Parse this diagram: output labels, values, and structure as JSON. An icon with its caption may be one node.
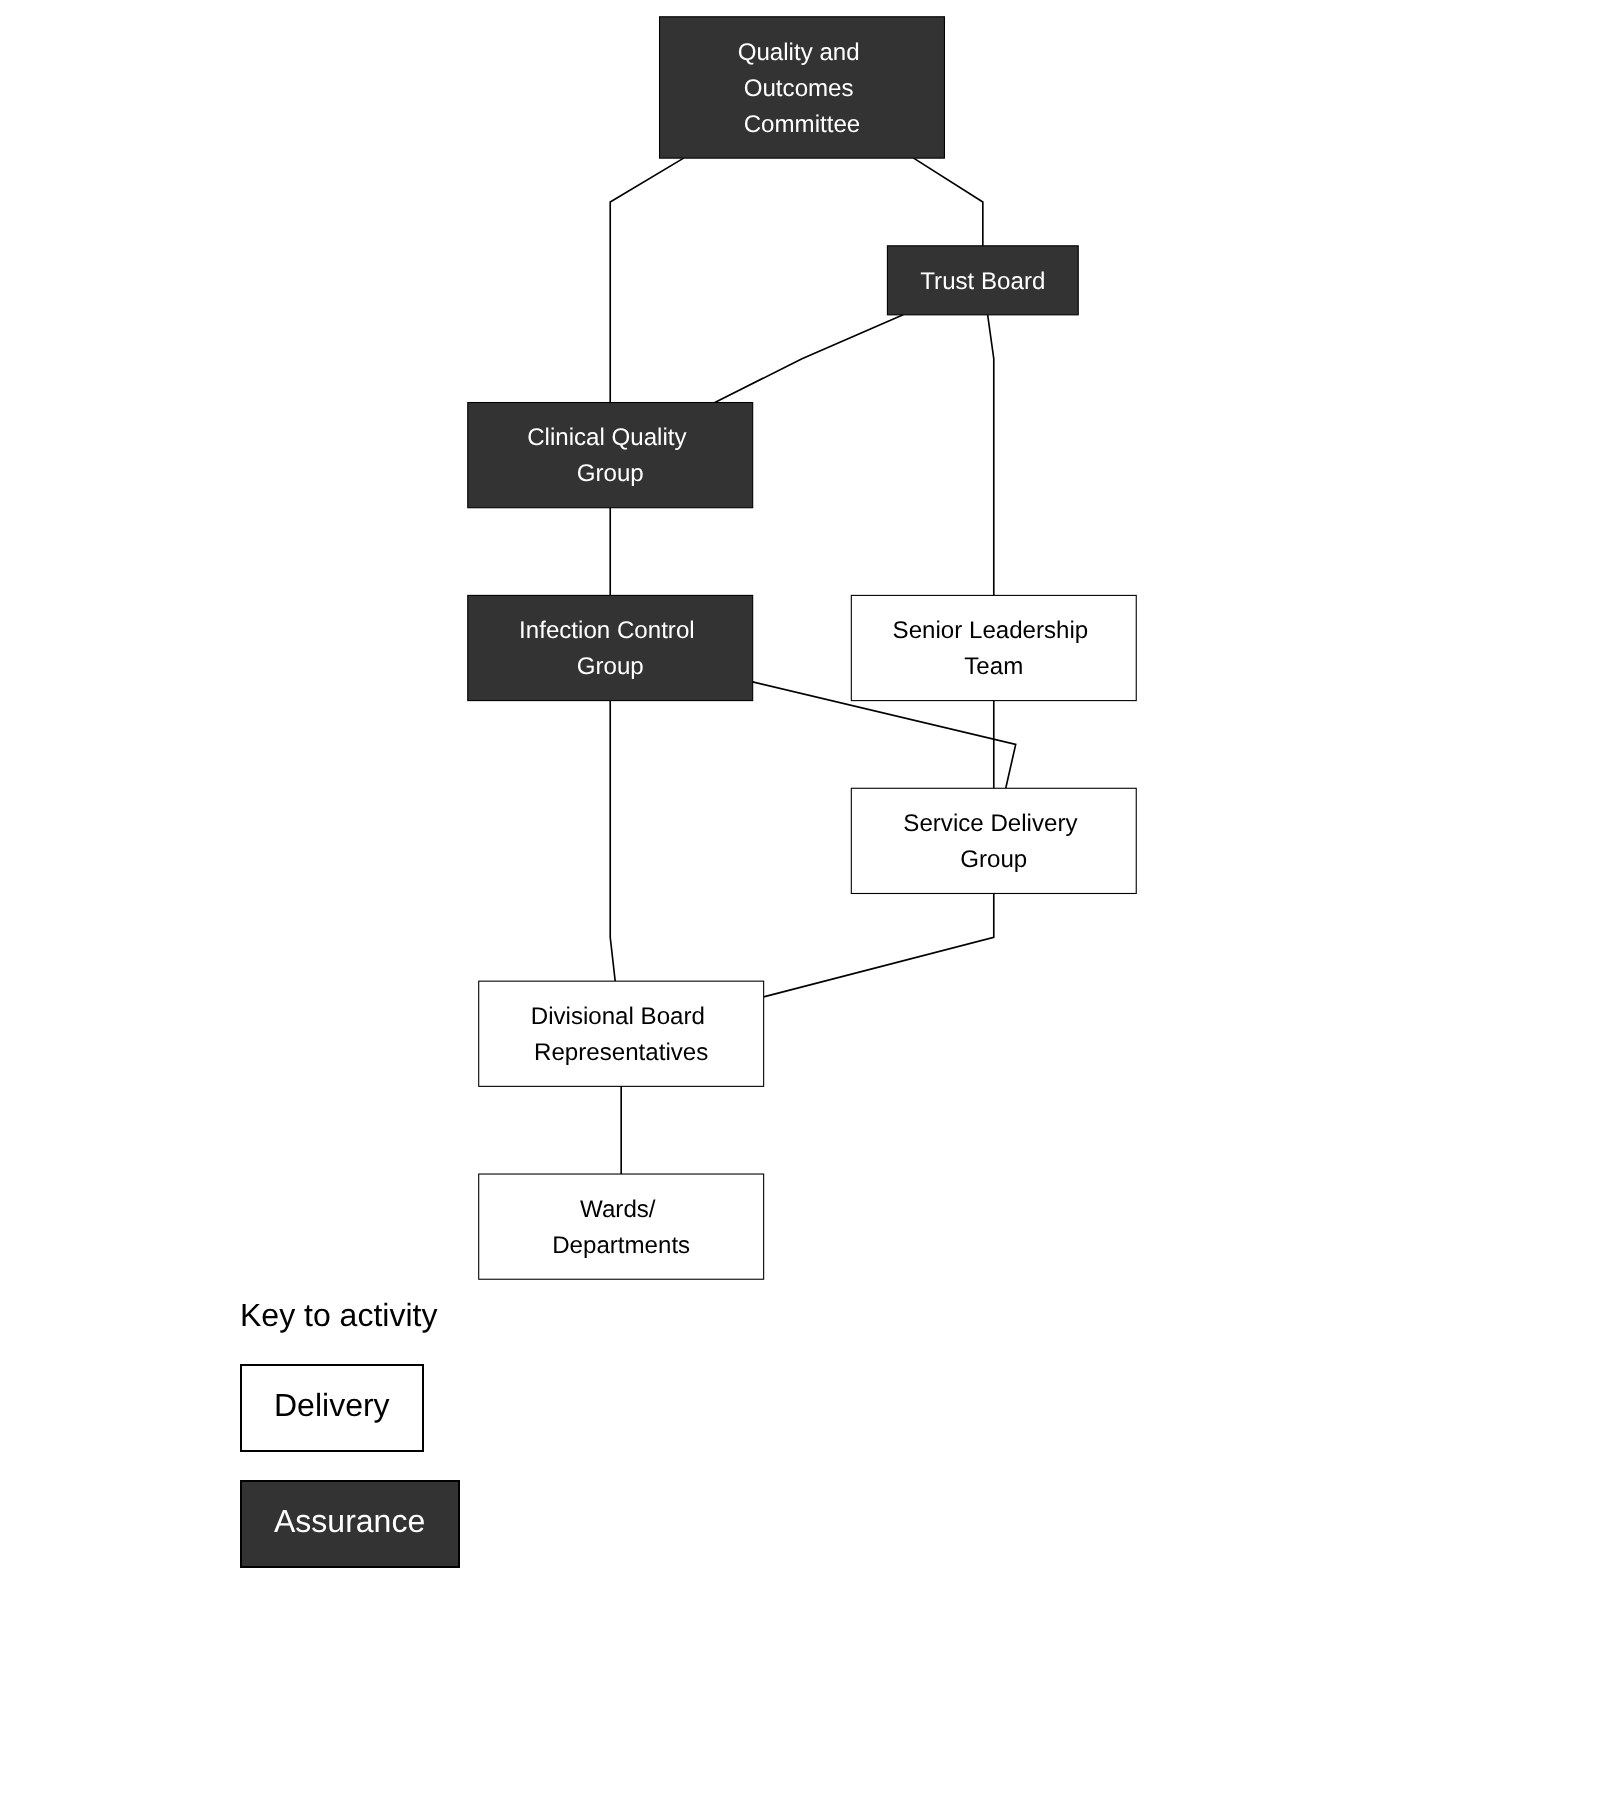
{
  "diagram": {
    "nodes": [
      {
        "text": [
          "Quality and Outcomes Committee"
        ]
      },
      {
        "text": [
          "Trust Board"
        ]
      },
      {
        "text": [
          "Clinical Quality Group"
        ]
      },
      {
        "text": [
          "Senior Leadership Team"
        ]
      },
      {
        "text": [
          "Infection Control Group"
        ]
      },
      {
        "text": [
          "Service Delivery Group"
        ]
      },
      {
        "text": [
          "Divisional Board Representatives"
        ]
      },
      {
        "text": [
          "Wards/ Departments"
        ]
      }
    ],
    "edges": [
      {
        "from": 0,
        "to": 1,
        "arrow": "none"
      },
      {
        "from": 0,
        "to": 2,
        "arrow": "none"
      },
      {
        "from": 1,
        "to": 2,
        "arrow": "none"
      },
      {
        "from": 1,
        "to": 3,
        "arrow": "none"
      },
      {
        "from": 2,
        "to": 4,
        "arrow": "none"
      },
      {
        "from": 3,
        "to": 5,
        "arrow": "none"
      },
      {
        "from": 4,
        "to": 5,
        "arrow": "none"
      },
      {
        "from": 4,
        "to": 6,
        "arrow": "none"
      },
      {
        "from": 5,
        "to": 6,
        "arrow": "none"
      },
      {
        "from": 6,
        "to": 7,
        "arrow": "none"
      }
    ],
    "labels": [
      "Key to activity"
    ],
    "legend": [
      {
        "text": "Delivery",
        "color": "#ffffff"
      },
      {
        "text": "Assurance",
        "color": "#333333"
      }
    ]
  }
}
